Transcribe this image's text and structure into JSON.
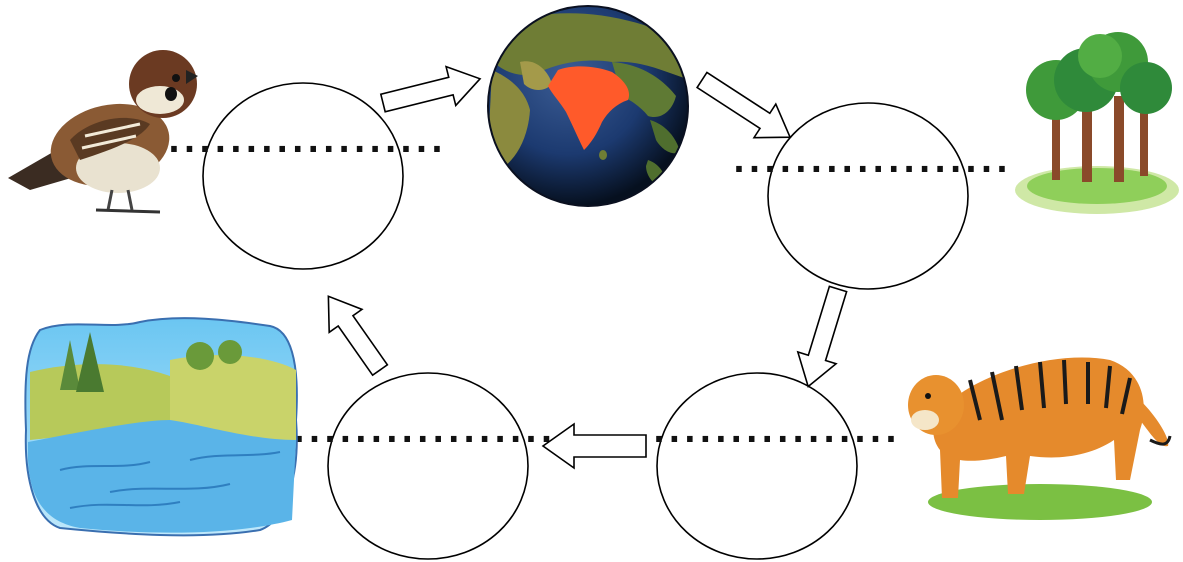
{
  "diagram": {
    "type": "cycle",
    "center_image": "earth-globe-india-highlighted",
    "blanks": [
      {
        "text": "..................",
        "icon": "sparrow-icon"
      },
      {
        "text": "..................",
        "icon": "trees-icon"
      },
      {
        "text": "..................",
        "icon": "tiger-icon"
      },
      {
        "text": "..................",
        "icon": "river-icon"
      }
    ],
    "arrows": [
      {
        "from": "blank-1",
        "to": "earth-globe"
      },
      {
        "from": "earth-globe",
        "to": "blank-2"
      },
      {
        "from": "blank-2",
        "to": "blank-3"
      },
      {
        "from": "blank-3",
        "to": "blank-4"
      },
      {
        "from": "blank-4",
        "to": "blank-1"
      }
    ],
    "colors": {
      "india": "#ff5a2a",
      "ocean": "#1c3a70",
      "land": "#7a8c3a",
      "tiger": "#e58a2c",
      "grass": "#7bc043",
      "water": "#5ab4e8",
      "foliage": "#2f8a3a"
    }
  }
}
